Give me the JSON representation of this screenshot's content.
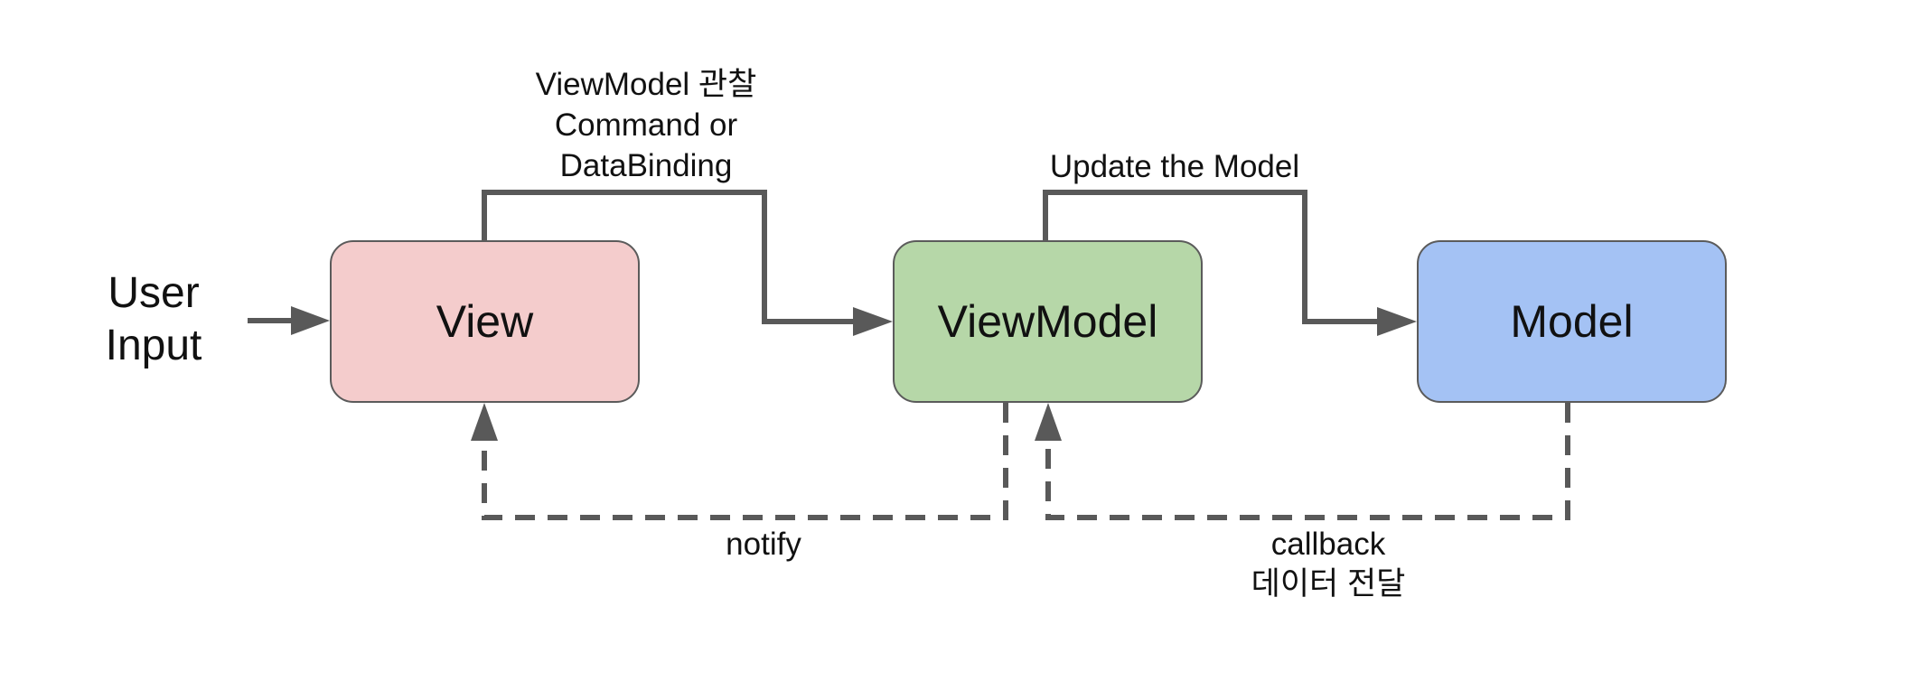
{
  "nodes": {
    "view": {
      "label": "View",
      "color": "#f4cccc"
    },
    "viewmodel": {
      "label": "ViewModel",
      "color": "#b6d7a8"
    },
    "model": {
      "label": "Model",
      "color": "#a4c2f4"
    }
  },
  "input": {
    "line1": "User",
    "line2": "Input"
  },
  "edges": {
    "view_to_viewmodel": {
      "line1": "ViewModel 관찰",
      "line2": "Command or",
      "line3": "DataBinding"
    },
    "viewmodel_to_model": {
      "line1": "Update the Model"
    },
    "viewmodel_to_view": {
      "line1": "notify"
    },
    "model_to_viewmodel": {
      "line1": "callback",
      "line2": "데이터 전달"
    }
  },
  "colors": {
    "line": "#595959",
    "text": "#111111"
  }
}
